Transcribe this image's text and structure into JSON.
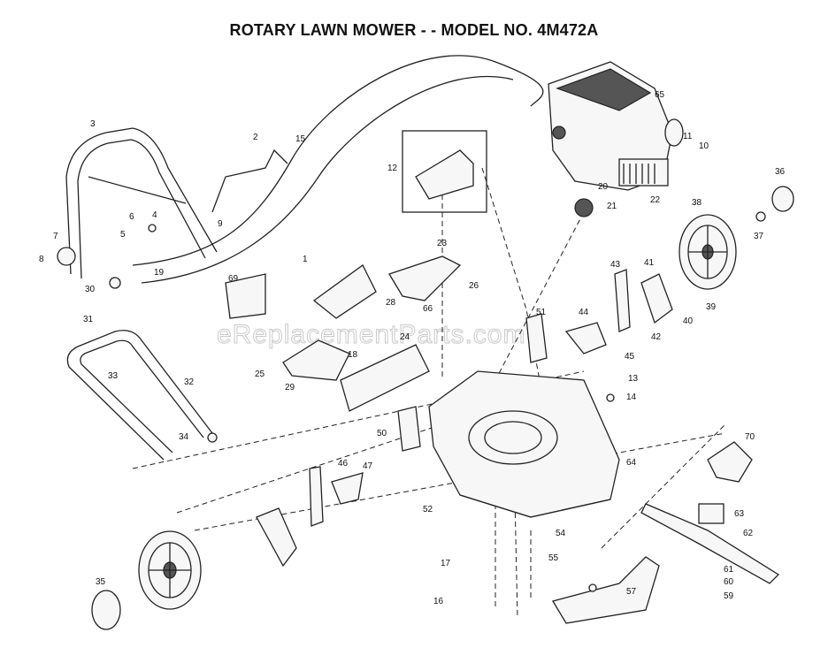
{
  "title": "ROTARY LAWN MOWER - - MODEL NO. 4M472A",
  "watermark": "eReplacementParts.com",
  "callouts": [
    "1",
    "2",
    "3",
    "4",
    "5",
    "6",
    "7",
    "8",
    "9",
    "10",
    "11",
    "12",
    "13",
    "14",
    "15",
    "16",
    "17",
    "18",
    "19",
    "20",
    "21",
    "22",
    "23",
    "24",
    "25",
    "26",
    "28",
    "29",
    "30",
    "31",
    "32",
    "33",
    "34",
    "35",
    "36",
    "37",
    "38",
    "39",
    "40",
    "41",
    "42",
    "43",
    "44",
    "45",
    "46",
    "47",
    "50",
    "51",
    "52",
    "54",
    "55",
    "57",
    "59",
    "60",
    "61",
    "62",
    "63",
    "64",
    "65",
    "66",
    "69",
    "70"
  ],
  "colors": {
    "ink": "#222222",
    "background": "#ffffff",
    "watermark": "#c9c9c9"
  }
}
